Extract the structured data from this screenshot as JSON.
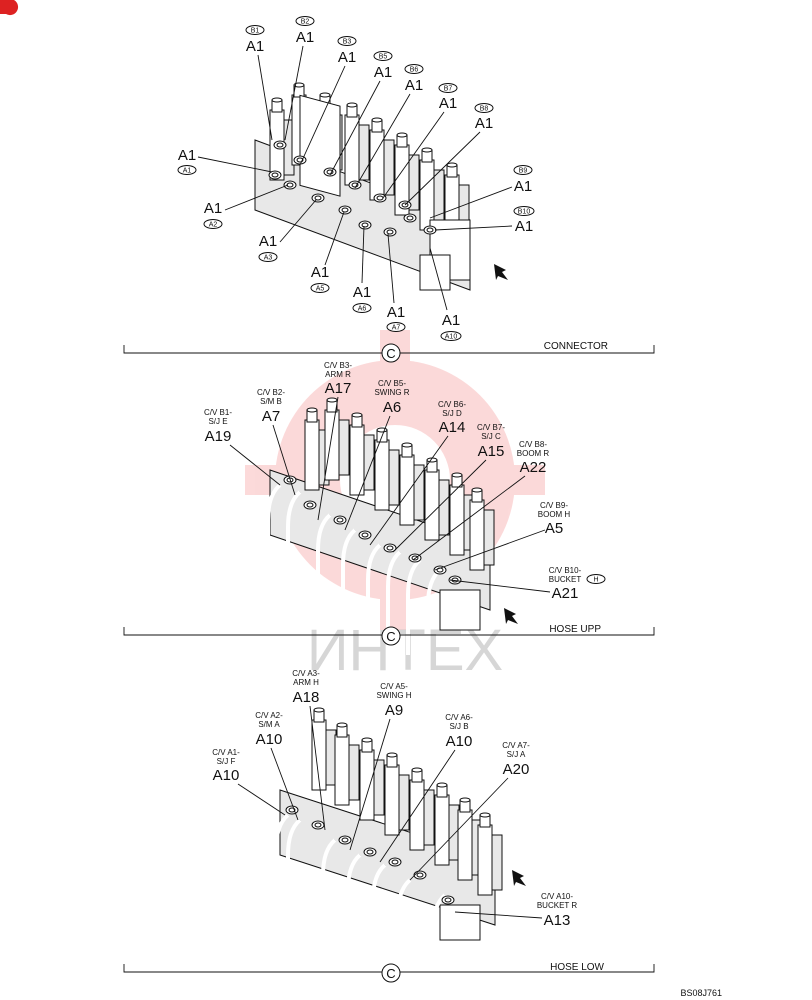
{
  "sections": [
    {
      "name": "CONNECTOR",
      "marker": "C",
      "labels": [
        {
          "tag": "B1",
          "code": "A1"
        },
        {
          "tag": "B2",
          "code": "A1"
        },
        {
          "tag": "B3",
          "code": "A1"
        },
        {
          "tag": "B5",
          "code": "A1"
        },
        {
          "tag": "B6",
          "code": "A1"
        },
        {
          "tag": "B7",
          "code": "A1"
        },
        {
          "tag": "B8",
          "code": "A1"
        },
        {
          "tag": "B9",
          "code": "A1"
        },
        {
          "tag": "B10",
          "code": "A1"
        },
        {
          "tag": "A1",
          "code": "A1"
        },
        {
          "tag": "A2",
          "code": "A1"
        },
        {
          "tag": "A3",
          "code": "A1"
        },
        {
          "tag": "A5",
          "code": "A1"
        },
        {
          "tag": "A6",
          "code": "A1"
        },
        {
          "tag": "A7",
          "code": "A1"
        },
        {
          "tag": "A10",
          "code": "A1"
        }
      ]
    },
    {
      "name": "HOSE UPP",
      "marker": "C",
      "labels": [
        {
          "desc1": "C/V B1-",
          "desc2": "S/J E",
          "code": "A19"
        },
        {
          "desc1": "C/V B2-",
          "desc2": "S/M B",
          "code": "A7"
        },
        {
          "desc1": "C/V B3-",
          "desc2": "ARM R",
          "code": "A17"
        },
        {
          "desc1": "C/V B5-",
          "desc2": "SWING R",
          "code": "A6"
        },
        {
          "desc1": "C/V B6-",
          "desc2": "S/J D",
          "code": "A14"
        },
        {
          "desc1": "C/V B7-",
          "desc2": "S/J C",
          "code": "A15"
        },
        {
          "desc1": "C/V B8-",
          "desc2": "BOOM R",
          "code": "A22"
        },
        {
          "desc1": "C/V B9-",
          "desc2": "BOOM H",
          "code": "A5"
        },
        {
          "desc1": "C/V B10-",
          "desc2": "BUCKET",
          "tag": "H",
          "code": "A21"
        }
      ]
    },
    {
      "name": "HOSE LOW",
      "marker": "C",
      "labels": [
        {
          "desc1": "C/V A1-",
          "desc2": "S/J F",
          "code": "A10"
        },
        {
          "desc1": "C/V A2-",
          "desc2": "S/M A",
          "code": "A10"
        },
        {
          "desc1": "C/V A3-",
          "desc2": "ARM H",
          "code": "A18"
        },
        {
          "desc1": "C/V A5-",
          "desc2": "SWING H",
          "code": "A9"
        },
        {
          "desc1": "C/V A6-",
          "desc2": "S/J B",
          "code": "A10"
        },
        {
          "desc1": "C/V A7-",
          "desc2": "S/J A",
          "code": "A20"
        },
        {
          "desc1": "C/V A10-",
          "desc2": "BUCKET R",
          "code": "A13"
        }
      ]
    }
  ],
  "watermark": "ИНТЕХ",
  "drawing_code": "BS08J761"
}
